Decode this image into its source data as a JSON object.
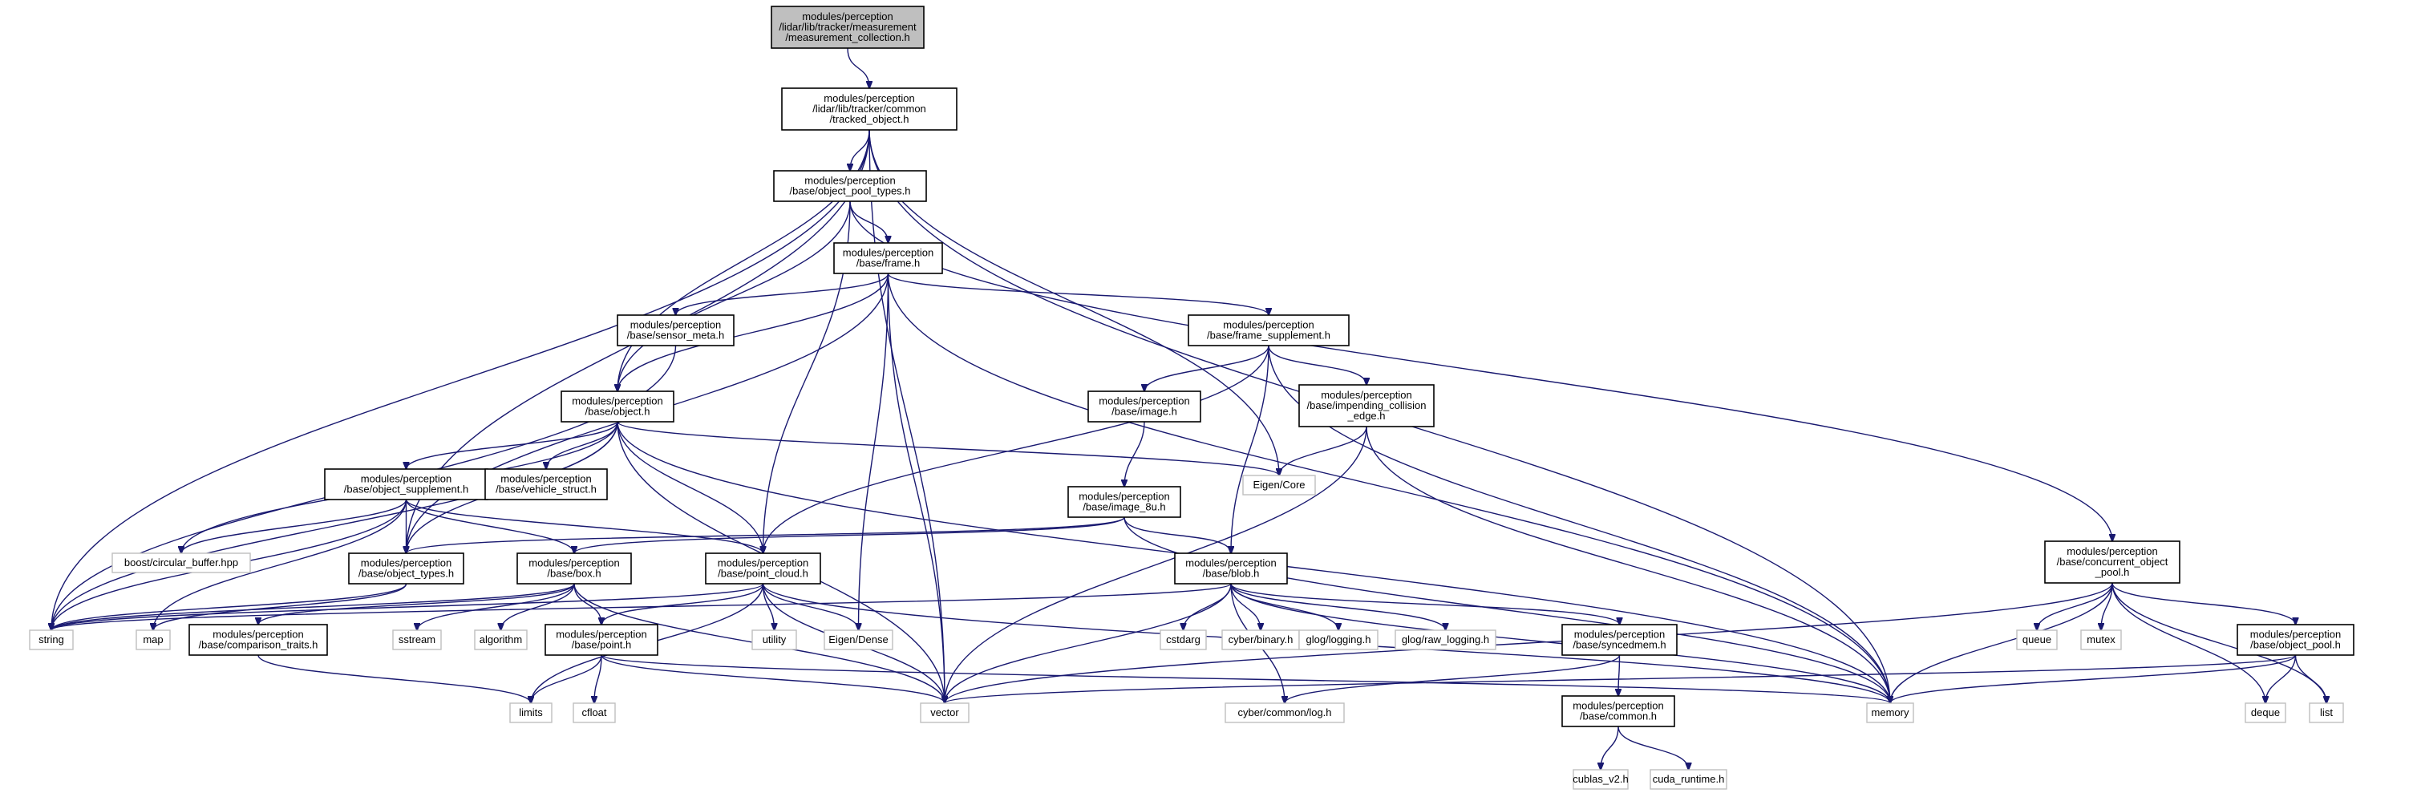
{
  "nodes": [
    {
      "id": "measurement_collection",
      "lines": [
        "modules/perception",
        "/lidar/lib/tracker/measurement",
        "/measurement_collection.h"
      ],
      "kind": "focus"
    },
    {
      "id": "tracked_object",
      "lines": [
        "modules/perception",
        "/lidar/lib/tracker/common",
        "/tracked_object.h"
      ],
      "kind": "internal"
    },
    {
      "id": "object_pool_types",
      "lines": [
        "modules/perception",
        "/base/object_pool_types.h"
      ],
      "kind": "internal"
    },
    {
      "id": "frame",
      "lines": [
        "modules/perception",
        "/base/frame.h"
      ],
      "kind": "internal"
    },
    {
      "id": "sensor_meta",
      "lines": [
        "modules/perception",
        "/base/sensor_meta.h"
      ],
      "kind": "internal"
    },
    {
      "id": "frame_supplement",
      "lines": [
        "modules/perception",
        "/base/frame_supplement.h"
      ],
      "kind": "internal"
    },
    {
      "id": "object",
      "lines": [
        "modules/perception",
        "/base/object.h"
      ],
      "kind": "internal"
    },
    {
      "id": "image",
      "lines": [
        "modules/perception",
        "/base/image.h"
      ],
      "kind": "internal"
    },
    {
      "id": "impending_collision_edge",
      "lines": [
        "modules/perception",
        "/base/impending_collision",
        "_edge.h"
      ],
      "kind": "internal"
    },
    {
      "id": "object_supplement",
      "lines": [
        "modules/perception",
        "/base/object_supplement.h"
      ],
      "kind": "internal"
    },
    {
      "id": "vehicle_struct",
      "lines": [
        "modules/perception",
        "/base/vehicle_struct.h"
      ],
      "kind": "internal"
    },
    {
      "id": "eigen_core",
      "lines": [
        "Eigen/Core"
      ],
      "kind": "external"
    },
    {
      "id": "image_8u",
      "lines": [
        "modules/perception",
        "/base/image_8u.h"
      ],
      "kind": "internal"
    },
    {
      "id": "circular_buffer",
      "lines": [
        "boost/circular_buffer.hpp"
      ],
      "kind": "external"
    },
    {
      "id": "object_types",
      "lines": [
        "modules/perception",
        "/base/object_types.h"
      ],
      "kind": "internal"
    },
    {
      "id": "box",
      "lines": [
        "modules/perception",
        "/base/box.h"
      ],
      "kind": "internal"
    },
    {
      "id": "point_cloud",
      "lines": [
        "modules/perception",
        "/base/point_cloud.h"
      ],
      "kind": "internal"
    },
    {
      "id": "blob",
      "lines": [
        "modules/perception",
        "/base/blob.h"
      ],
      "kind": "internal"
    },
    {
      "id": "concurrent_object_pool",
      "lines": [
        "modules/perception",
        "/base/concurrent_object",
        "_pool.h"
      ],
      "kind": "internal"
    },
    {
      "id": "string",
      "lines": [
        "string"
      ],
      "kind": "external"
    },
    {
      "id": "map",
      "lines": [
        "map"
      ],
      "kind": "external"
    },
    {
      "id": "comparison_traits",
      "lines": [
        "modules/perception",
        "/base/comparison_traits.h"
      ],
      "kind": "internal"
    },
    {
      "id": "sstream",
      "lines": [
        "sstream"
      ],
      "kind": "external"
    },
    {
      "id": "algorithm",
      "lines": [
        "algorithm"
      ],
      "kind": "external"
    },
    {
      "id": "point",
      "lines": [
        "modules/perception",
        "/base/point.h"
      ],
      "kind": "internal"
    },
    {
      "id": "utility",
      "lines": [
        "utility"
      ],
      "kind": "external"
    },
    {
      "id": "eigen_dense",
      "lines": [
        "Eigen/Dense"
      ],
      "kind": "external"
    },
    {
      "id": "cstdarg",
      "lines": [
        "cstdarg"
      ],
      "kind": "external"
    },
    {
      "id": "cyber_binary",
      "lines": [
        "cyber/binary.h"
      ],
      "kind": "external"
    },
    {
      "id": "glog_logging",
      "lines": [
        "glog/logging.h"
      ],
      "kind": "external"
    },
    {
      "id": "glog_raw_logging",
      "lines": [
        "glog/raw_logging.h"
      ],
      "kind": "external"
    },
    {
      "id": "syncedmem",
      "lines": [
        "modules/perception",
        "/base/syncedmem.h"
      ],
      "kind": "internal"
    },
    {
      "id": "queue",
      "lines": [
        "queue"
      ],
      "kind": "external"
    },
    {
      "id": "mutex",
      "lines": [
        "mutex"
      ],
      "kind": "external"
    },
    {
      "id": "object_pool",
      "lines": [
        "modules/perception",
        "/base/object_pool.h"
      ],
      "kind": "internal"
    },
    {
      "id": "limits",
      "lines": [
        "limits"
      ],
      "kind": "external"
    },
    {
      "id": "cfloat",
      "lines": [
        "cfloat"
      ],
      "kind": "external"
    },
    {
      "id": "vector",
      "lines": [
        "vector"
      ],
      "kind": "external"
    },
    {
      "id": "cyber_common_log",
      "lines": [
        "cyber/common/log.h"
      ],
      "kind": "external"
    },
    {
      "id": "memory",
      "lines": [
        "memory"
      ],
      "kind": "external"
    },
    {
      "id": "common",
      "lines": [
        "modules/perception",
        "/base/common.h"
      ],
      "kind": "internal"
    },
    {
      "id": "deque",
      "lines": [
        "deque"
      ],
      "kind": "external"
    },
    {
      "id": "list",
      "lines": [
        "list"
      ],
      "kind": "external"
    },
    {
      "id": "cublas_v2",
      "lines": [
        "cublas_v2.h"
      ],
      "kind": "external"
    },
    {
      "id": "cuda_runtime",
      "lines": [
        "cuda_runtime.h"
      ],
      "kind": "external"
    }
  ],
  "edges": [
    [
      "measurement_collection",
      "tracked_object"
    ],
    [
      "tracked_object",
      "object_pool_types"
    ],
    [
      "tracked_object",
      "object"
    ],
    [
      "tracked_object",
      "object_types"
    ],
    [
      "tracked_object",
      "string"
    ],
    [
      "tracked_object",
      "eigen_core"
    ],
    [
      "tracked_object",
      "vector"
    ],
    [
      "tracked_object",
      "memory"
    ],
    [
      "object_pool_types",
      "frame"
    ],
    [
      "object_pool_types",
      "object"
    ],
    [
      "object_pool_types",
      "point_cloud"
    ],
    [
      "object_pool_types",
      "concurrent_object_pool"
    ],
    [
      "frame",
      "sensor_meta"
    ],
    [
      "frame",
      "frame_supplement"
    ],
    [
      "frame",
      "object"
    ],
    [
      "frame",
      "object_types"
    ],
    [
      "frame",
      "eigen_dense"
    ],
    [
      "frame",
      "vector"
    ],
    [
      "frame",
      "memory"
    ],
    [
      "sensor_meta",
      "string"
    ],
    [
      "frame_supplement",
      "image"
    ],
    [
      "frame_supplement",
      "impending_collision_edge"
    ],
    [
      "frame_supplement",
      "point_cloud"
    ],
    [
      "frame_supplement",
      "blob"
    ],
    [
      "frame_supplement",
      "memory"
    ],
    [
      "object",
      "object_supplement"
    ],
    [
      "object",
      "vehicle_struct"
    ],
    [
      "object",
      "eigen_core"
    ],
    [
      "object",
      "circular_buffer"
    ],
    [
      "object",
      "object_types"
    ],
    [
      "object",
      "point_cloud"
    ],
    [
      "object",
      "string"
    ],
    [
      "object",
      "vector"
    ],
    [
      "object",
      "memory"
    ],
    [
      "image",
      "image_8u"
    ],
    [
      "impending_collision_edge",
      "eigen_core"
    ],
    [
      "impending_collision_edge",
      "vector"
    ],
    [
      "impending_collision_edge",
      "memory"
    ],
    [
      "object_supplement",
      "circular_buffer"
    ],
    [
      "object_supplement",
      "object_types"
    ],
    [
      "object_supplement",
      "box"
    ],
    [
      "object_supplement",
      "point_cloud"
    ],
    [
      "object_supplement",
      "string"
    ],
    [
      "object_supplement",
      "map"
    ],
    [
      "image_8u",
      "box"
    ],
    [
      "image_8u",
      "blob"
    ],
    [
      "image_8u",
      "object_types"
    ],
    [
      "image_8u",
      "memory"
    ],
    [
      "object_types",
      "string"
    ],
    [
      "object_types",
      "map"
    ],
    [
      "box",
      "point"
    ],
    [
      "box",
      "comparison_traits"
    ],
    [
      "box",
      "sstream"
    ],
    [
      "box",
      "algorithm"
    ],
    [
      "box",
      "string"
    ],
    [
      "box",
      "vector"
    ],
    [
      "point_cloud",
      "point"
    ],
    [
      "point_cloud",
      "utility"
    ],
    [
      "point_cloud",
      "eigen_dense"
    ],
    [
      "point_cloud",
      "vector"
    ],
    [
      "point_cloud",
      "memory"
    ],
    [
      "point_cloud",
      "limits"
    ],
    [
      "point_cloud",
      "string"
    ],
    [
      "blob",
      "syncedmem"
    ],
    [
      "blob",
      "cstdarg"
    ],
    [
      "blob",
      "cyber_binary"
    ],
    [
      "blob",
      "glog_logging"
    ],
    [
      "blob",
      "glog_raw_logging"
    ],
    [
      "blob",
      "vector"
    ],
    [
      "blob",
      "memory"
    ],
    [
      "blob",
      "cyber_common_log"
    ],
    [
      "blob",
      "string"
    ],
    [
      "concurrent_object_pool",
      "queue"
    ],
    [
      "concurrent_object_pool",
      "mutex"
    ],
    [
      "concurrent_object_pool",
      "object_pool"
    ],
    [
      "concurrent_object_pool",
      "deque"
    ],
    [
      "concurrent_object_pool",
      "list"
    ],
    [
      "concurrent_object_pool",
      "vector"
    ],
    [
      "concurrent_object_pool",
      "memory"
    ],
    [
      "comparison_traits",
      "limits"
    ],
    [
      "point",
      "limits"
    ],
    [
      "point",
      "cfloat"
    ],
    [
      "point",
      "vector"
    ],
    [
      "point",
      "memory"
    ],
    [
      "syncedmem",
      "common"
    ],
    [
      "syncedmem",
      "cyber_common_log"
    ],
    [
      "object_pool",
      "deque"
    ],
    [
      "object_pool",
      "list"
    ],
    [
      "object_pool",
      "vector"
    ],
    [
      "object_pool",
      "memory"
    ],
    [
      "common",
      "cublas_v2"
    ],
    [
      "common",
      "cuda_runtime"
    ]
  ]
}
